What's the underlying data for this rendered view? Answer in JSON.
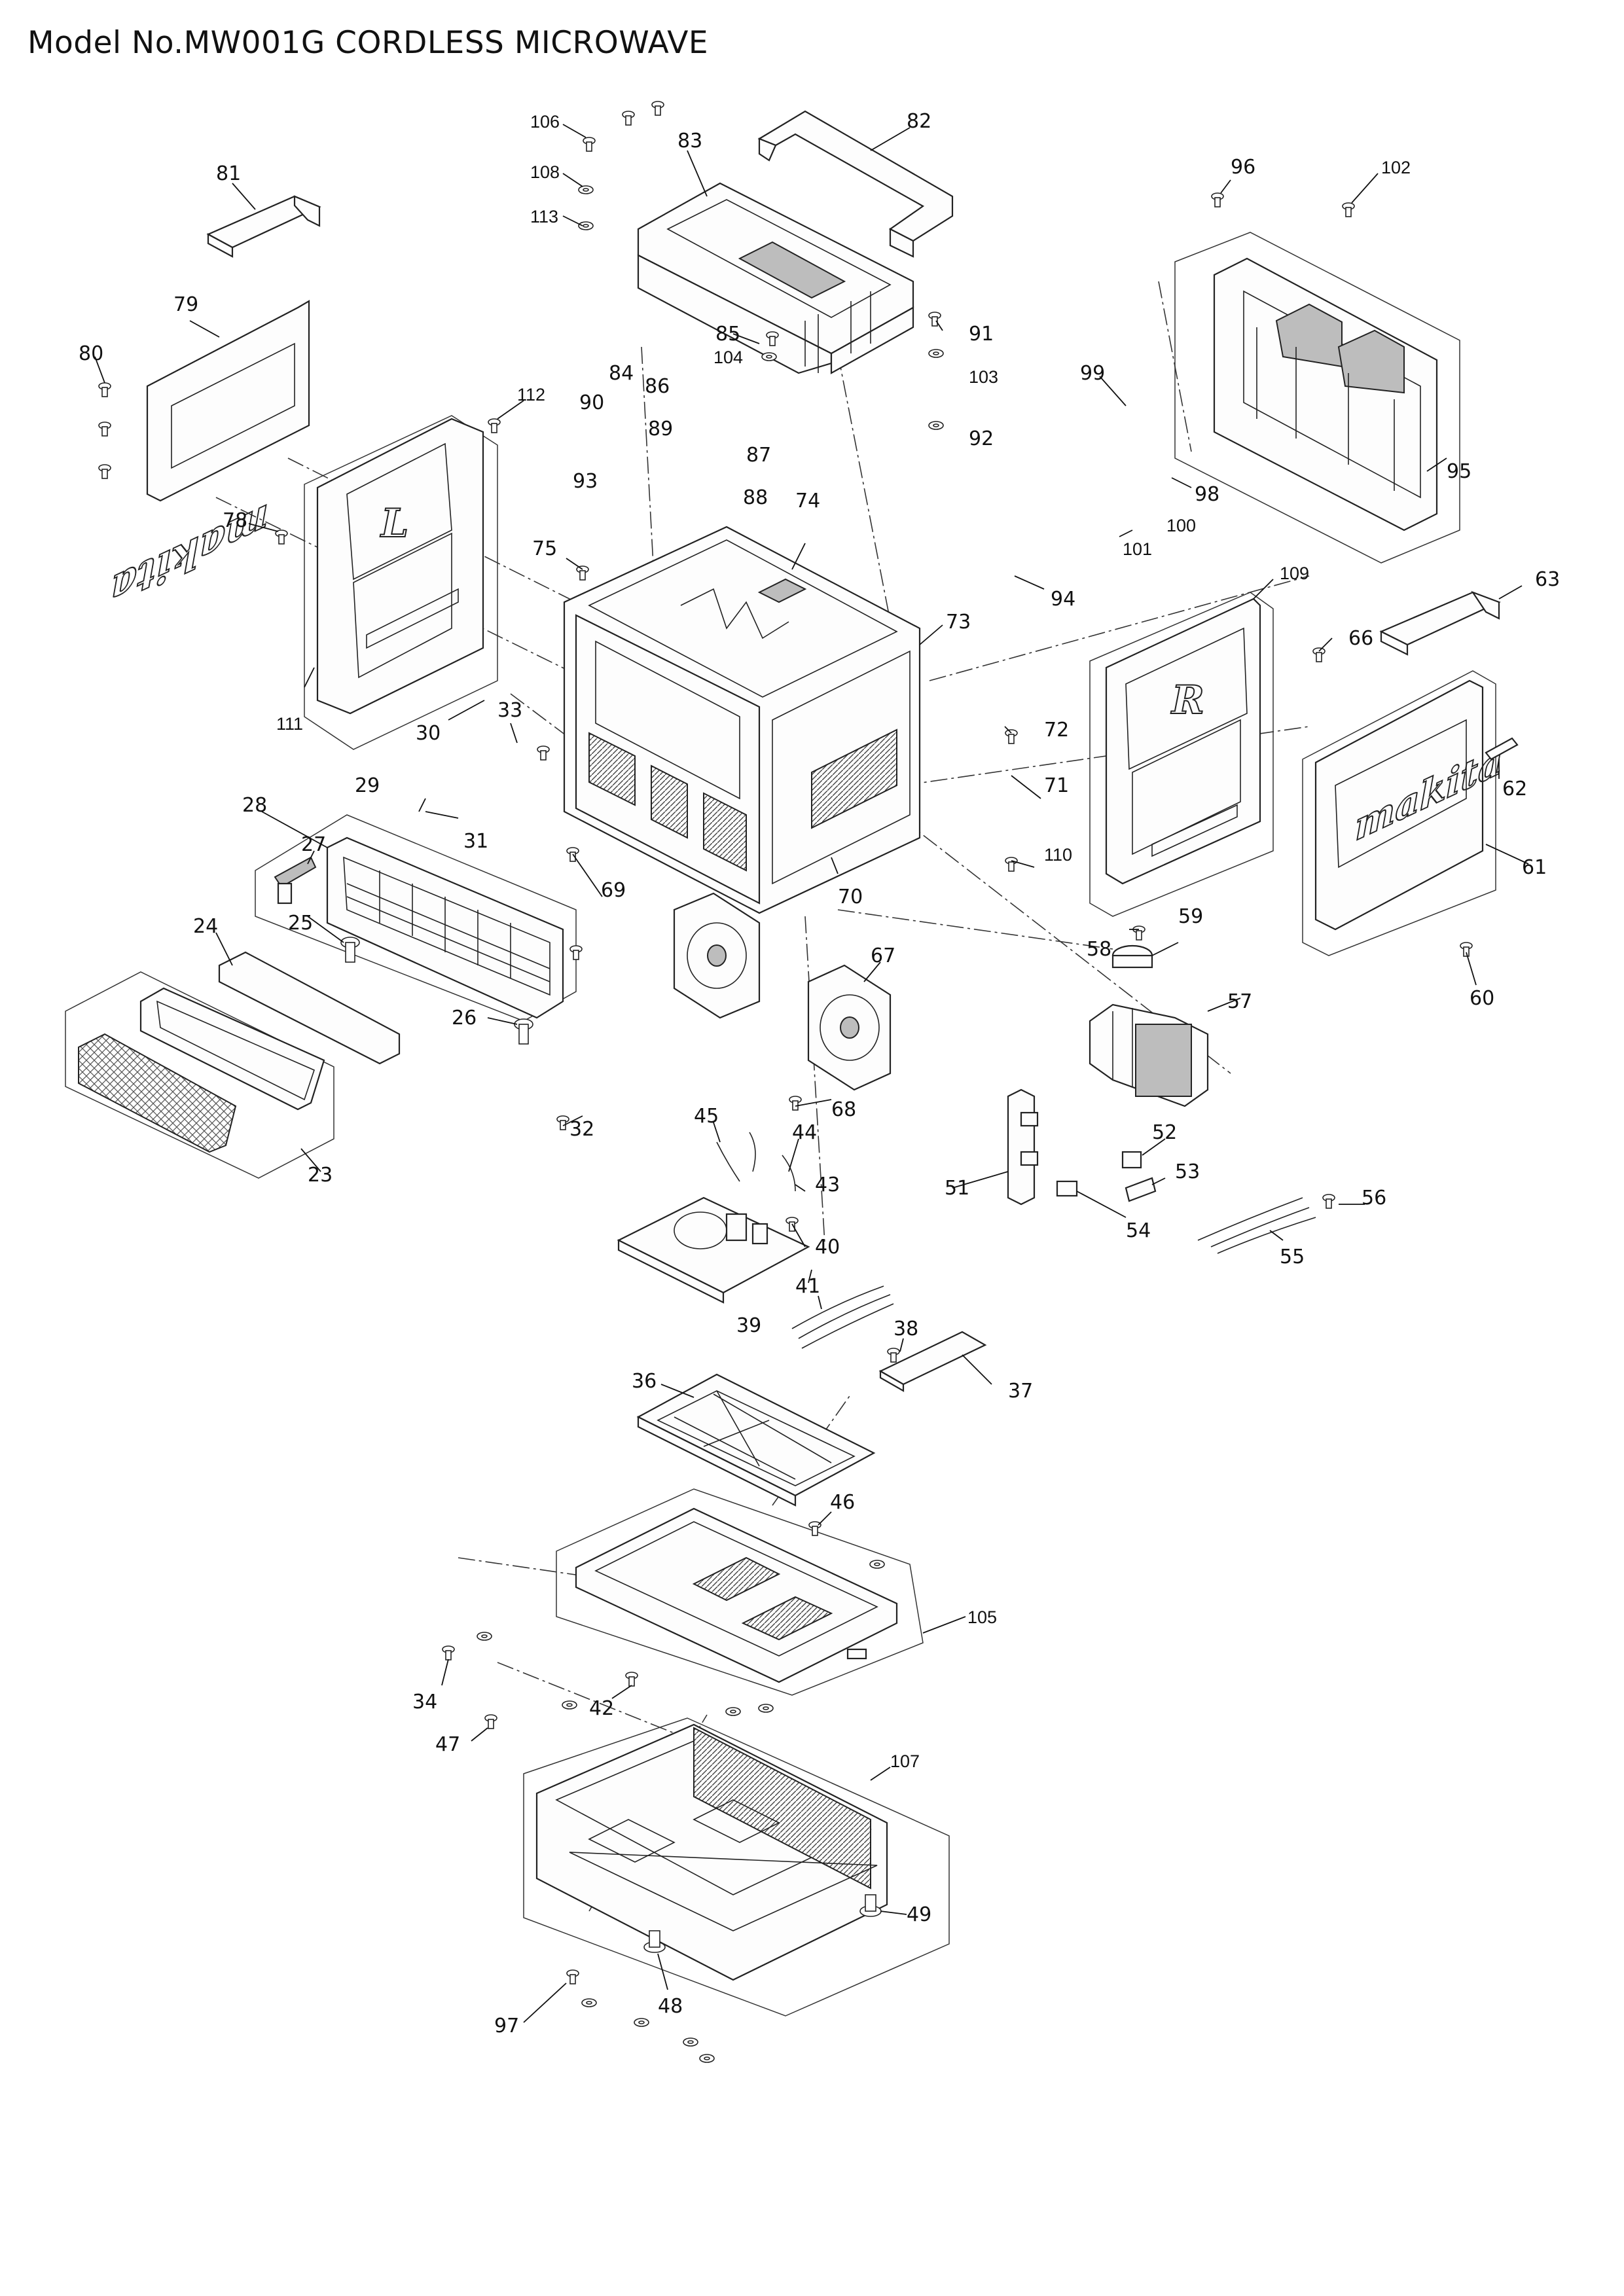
{
  "header": {
    "title": "Model No.MW001G CORDLESS MICROWAVE"
  },
  "callouts": {
    "c23": "23",
    "c24": "24",
    "c25": "25",
    "c26": "26",
    "c27": "27",
    "c28": "28",
    "c29": "29",
    "c30": "30",
    "c31": "31",
    "c32": "32",
    "c33": "33",
    "c34": "34",
    "c36": "36",
    "c37": "37",
    "c38": "38",
    "c39": "39",
    "c40": "40",
    "c41": "41",
    "c42": "42",
    "c43": "43",
    "c44": "44",
    "c45": "45",
    "c46": "46",
    "c47": "47",
    "c48": "48",
    "c49": "49",
    "c51": "51",
    "c52": "52",
    "c53": "53",
    "c54": "54",
    "c55": "55",
    "c56": "56",
    "c57": "57",
    "c58": "58",
    "c59": "59",
    "c60": "60",
    "c61": "61",
    "c62": "62",
    "c63": "63",
    "c66": "66",
    "c67": "67",
    "c68": "68",
    "c69": "69",
    "c70": "70",
    "c71": "71",
    "c72": "72",
    "c73": "73",
    "c74": "74",
    "c75": "75",
    "c78": "78",
    "c79": "79",
    "c80": "80",
    "c81": "81",
    "c82": "82",
    "c83": "83",
    "c84": "84",
    "c85": "85",
    "c86": "86",
    "c87": "87",
    "c88": "88",
    "c89": "89",
    "c90": "90",
    "c91": "91",
    "c92": "92",
    "c93": "93",
    "c94": "94",
    "c95": "95",
    "c96": "96",
    "c97": "97",
    "c98": "98",
    "c99": "99",
    "c100": "100",
    "c101": "101",
    "c102": "102",
    "c103": "103",
    "c104": "104",
    "c105": "105",
    "c106": "106",
    "c107": "107",
    "c108": "108",
    "c109": "109",
    "c110": "110",
    "c111": "111",
    "c112": "112",
    "c113": "113"
  },
  "panel_letters": {
    "left": "L",
    "right": "R",
    "top": "W"
  },
  "logos": {
    "brand": "makita"
  }
}
